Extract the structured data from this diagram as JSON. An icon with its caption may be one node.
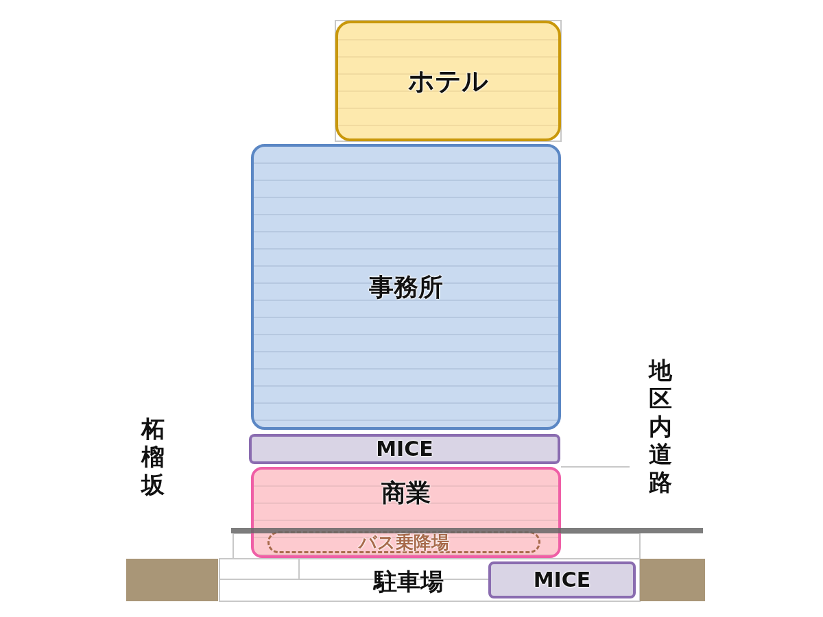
{
  "diagram": {
    "nodes": [
      {
        "text": [
          "ホテル"
        ]
      },
      {
        "text": [
          "事務所"
        ]
      },
      {
        "text": [
          "MICE"
        ]
      },
      {
        "text": [
          "商業"
        ]
      },
      {
        "text": [
          "バス乗降場"
        ],
        "in": 3
      },
      {
        "text": [
          "MICE"
        ]
      }
    ],
    "labels": [
      "柘榴坂",
      "地区内道路",
      "駐車場"
    ]
  }
}
